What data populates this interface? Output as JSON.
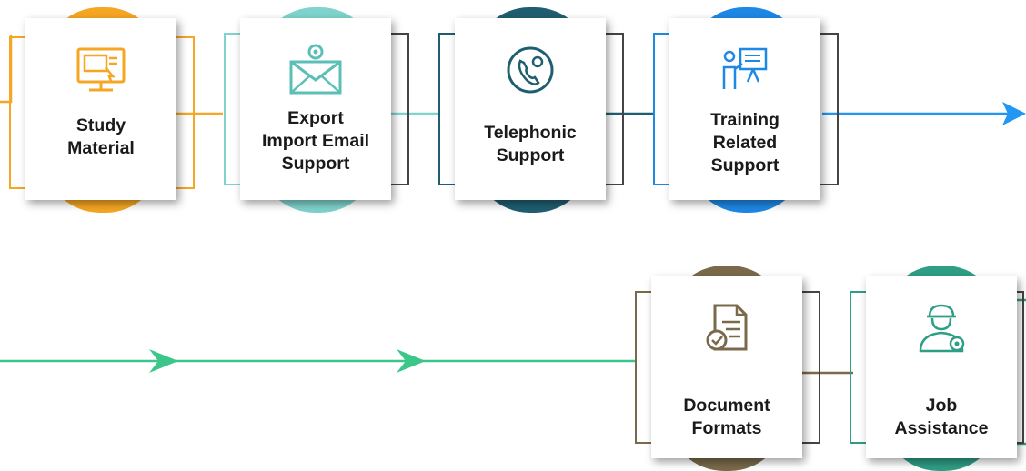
{
  "colors": {
    "study": "#F5A623",
    "export": "#7FD3CD",
    "telephonic": "#1F5E70",
    "training": "#1E88E5",
    "document": "#7A6A4B",
    "job": "#2E9E84",
    "arrow_top": "#2196F3",
    "arrow_bottom": "#3CC68A"
  },
  "steps": [
    {
      "id": "study",
      "label_lines": [
        "Study",
        "Material"
      ],
      "icon": "monitor-icon"
    },
    {
      "id": "export",
      "label_lines": [
        "Export",
        "Import Email",
        "Support"
      ],
      "icon": "envelope-gear-icon"
    },
    {
      "id": "telephonic",
      "label_lines": [
        "Telephonic",
        "Support"
      ],
      "icon": "phone-gear-icon"
    },
    {
      "id": "training",
      "label_lines": [
        "Training",
        "Related",
        "Support"
      ],
      "icon": "presenter-icon"
    },
    {
      "id": "document",
      "label_lines": [
        "Document",
        "Formats"
      ],
      "icon": "document-check-icon"
    },
    {
      "id": "job",
      "label_lines": [
        "Job",
        "Assistance"
      ],
      "icon": "worker-gear-icon"
    }
  ]
}
